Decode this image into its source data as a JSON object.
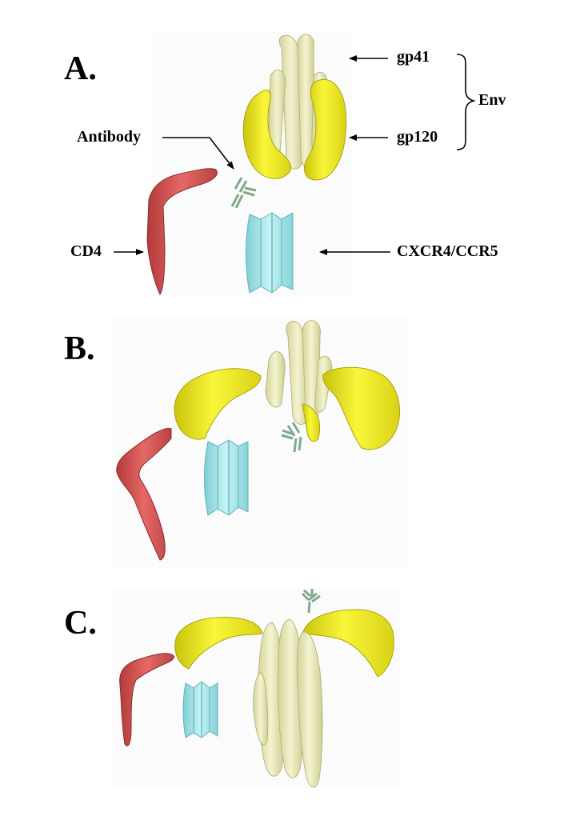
{
  "panels": [
    {
      "letter": "A."
    },
    {
      "letter": "B."
    },
    {
      "letter": "C."
    }
  ],
  "labels": {
    "gp41": "gp41",
    "gp120": "gp120",
    "env": "Env",
    "antibody": "Antibody",
    "cd4": "CD4",
    "coreceptor": "CXCR4/CCR5"
  },
  "colors": {
    "gp41": "#ecebb4",
    "gp120": "#f3ee2a",
    "cd4": "#dd5a58",
    "coreceptor": "#9fe6ec",
    "antibody": "#a9c9b2"
  }
}
